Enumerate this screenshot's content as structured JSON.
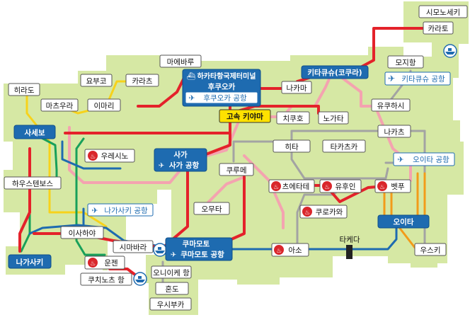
{
  "colors": {
    "land": "#d6e8a4",
    "red": "#e4222a",
    "pink": "#f4a3b0",
    "yellow": "#f7d21b",
    "green": "#18a05a",
    "blue": "#1e6bb0",
    "gray": "#a3a3a3",
    "orange": "#f29b1a",
    "darkred": "#b9252d"
  },
  "stations": {
    "shimonoseki": "시모노세키",
    "karato": "카라토",
    "mojiko": "모지항",
    "kitakyushu": "키타큐슈(코쿠라)",
    "kitakyushu_airport": "키타큐슈 공항",
    "yukuhashi": "유쿠하시",
    "nakama": "나카마",
    "nogata": "노가타",
    "chikuho": "치쿠호",
    "kosoku_kiyama": "고속 키야마",
    "hakata_terminal": "하카타항국제터미널",
    "fukuoka": "후쿠오카",
    "fukuoka_airport": "후쿠오카 공항",
    "maebaru": "마에바루",
    "yobuko": "요부코",
    "karatsu": "카라츠",
    "imari": "이마리",
    "matsuura": "마츠우라",
    "hirado": "히라도",
    "sasebo": "사세보",
    "ureshino": "우레시노",
    "huis_ten_bosch": "하우스텐보스",
    "nagasaki_airport": "나가사키 공항",
    "isahaya": "이사하야",
    "nagasaki": "나가사키",
    "shimabara": "시마바라",
    "unzen": "운젠",
    "kuchinotsu": "쿠치노츠 항",
    "onikeko": "오니이케 항",
    "hondo": "혼도",
    "ushibuka": "우시부카",
    "saga": "사가",
    "saga_airport": "사가 공항",
    "kurume": "쿠루메",
    "omuta": "오무타",
    "kumamoto": "쿠마모토",
    "kumamoto_airport": "쿠마모토 공항",
    "hita": "히타",
    "takachiho": "타카츠카",
    "tsuetate": "츠에타테",
    "yufuin": "유후인",
    "beppu": "벳푸",
    "kurokawa": "쿠로카와",
    "nakatsu": "나카츠",
    "oita_airport": "오이타 공항",
    "oita": "오이타",
    "usuki": "우스키",
    "aso": "아소",
    "takeda": "타케다"
  }
}
